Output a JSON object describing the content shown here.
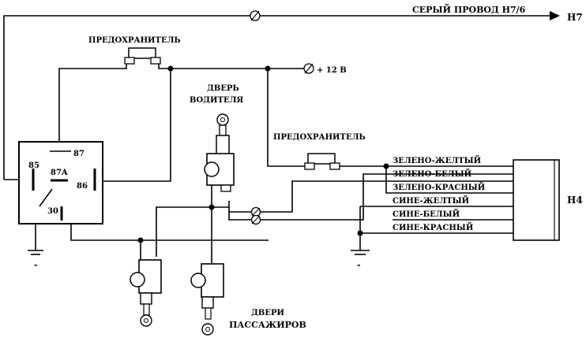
{
  "wires": {
    "gray": "СЕРЫЙ ПРОВОД Н7/6",
    "plus12": "+ 12 В",
    "zh": "ЗЕЛЕНО-ЖЕЛТЫЙ",
    "zb": "ЗЕЛЕНО-БЕЛЫЙ",
    "zk": "ЗЕЛЕНО-КРАСНЫЙ",
    "sz": "СИНЕ-ЖЕЛТЫЙ",
    "sb": "СИНЕ-БЕЛЫЙ",
    "sk": "СИНЕ-КРАСНЫЙ"
  },
  "connectors": {
    "h7": "Н7",
    "h4": "Н4"
  },
  "fuses": {
    "top": "ПРЕДОХРАНИТЕЛЬ",
    "mid": "ПРЕДОХРАНИТЕЛЬ"
  },
  "relay": {
    "p85": "85",
    "p87": "87",
    "p87a": "87A",
    "p86": "86",
    "p30": "30"
  },
  "doors": {
    "driver_line1": "ДВЕРЬ",
    "driver_line2": "ВОДИТЕЛЯ",
    "pass_line1": "ДВЕРИ",
    "pass_line2": "ПАССАЖИРОВ"
  },
  "ground": "-"
}
